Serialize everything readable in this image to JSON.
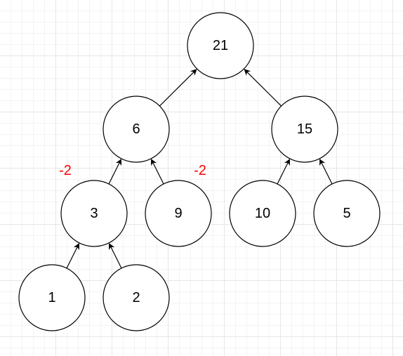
{
  "tree": {
    "nodes": [
      {
        "id": "n21",
        "label": "21"
      },
      {
        "id": "n6",
        "label": "6"
      },
      {
        "id": "n15",
        "label": "15"
      },
      {
        "id": "n3",
        "label": "3"
      },
      {
        "id": "n9",
        "label": "9"
      },
      {
        "id": "n10",
        "label": "10"
      },
      {
        "id": "n5",
        "label": "5"
      },
      {
        "id": "n1",
        "label": "1"
      },
      {
        "id": "n2",
        "label": "2"
      }
    ],
    "edges": [
      {
        "from": "n6",
        "to": "n21"
      },
      {
        "from": "n15",
        "to": "n21"
      },
      {
        "from": "n3",
        "to": "n6"
      },
      {
        "from": "n9",
        "to": "n6"
      },
      {
        "from": "n10",
        "to": "n15"
      },
      {
        "from": "n5",
        "to": "n15"
      },
      {
        "from": "n1",
        "to": "n3"
      },
      {
        "from": "n2",
        "to": "n3"
      }
    ],
    "annotations": [
      {
        "id": "a-left",
        "text": "-2",
        "color": "#ff0000"
      },
      {
        "id": "a-right",
        "text": "-2",
        "color": "#ff0000"
      }
    ]
  },
  "colors": {
    "node_stroke": "#000000",
    "node_fill": "#ffffff",
    "edge": "#000000"
  }
}
